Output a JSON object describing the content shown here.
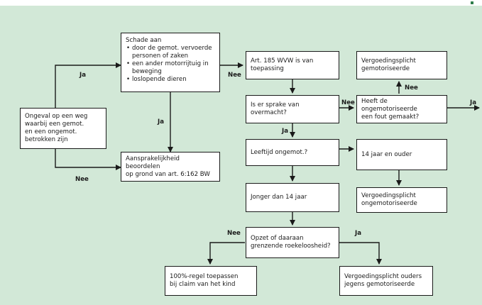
{
  "nodes": {
    "start": "Ongeval op een weg\nwaarbij een gemot.\nen een ongemot.\nbetrokken zijn",
    "damage_title": "Schade aan",
    "damage_items": [
      "door de gemot. vervoerde personen of zaken",
      "een ander motorrijtuig in beweging",
      "loslopende dieren"
    ],
    "liability": "Aansprakelijkheid beoordelen\nop grond van art. 6:162 BW",
    "art185": "Art. 185 WVW is van\ntoepassing",
    "overmacht": "Is er sprake van\novermacht?",
    "leeftijd": "Leeftijd ongemot.?",
    "jonger": "Jonger dan 14 jaar",
    "opzet": "Opzet of daaraan\ngrenzende roekeloosheid?",
    "regel100": "100%-regel toepassen\nbij claim van het kind",
    "ouders": "Vergoedingsplicht ouders\njegens gemotoriseerde",
    "vergoed_gemot": "Vergoedingsplicht\ngemotoriseerde",
    "fout": "Heeft de ongemotoriseerde\neen fout gemaakt?",
    "ouder14": "14 jaar en ouder",
    "vergoed_ongemot": "Vergoedingsplicht\nongemotoriseerde"
  },
  "labels": {
    "ja_start": "Ja",
    "nee_start": "Nee",
    "ja_damage": "Ja",
    "nee_damage": "Nee",
    "ja_overmacht": "Ja",
    "nee_overmacht": "Nee",
    "nee_fout": "Nee",
    "ja_fout": "Ja",
    "nee_opzet": "Nee",
    "ja_opzet": "Ja"
  }
}
